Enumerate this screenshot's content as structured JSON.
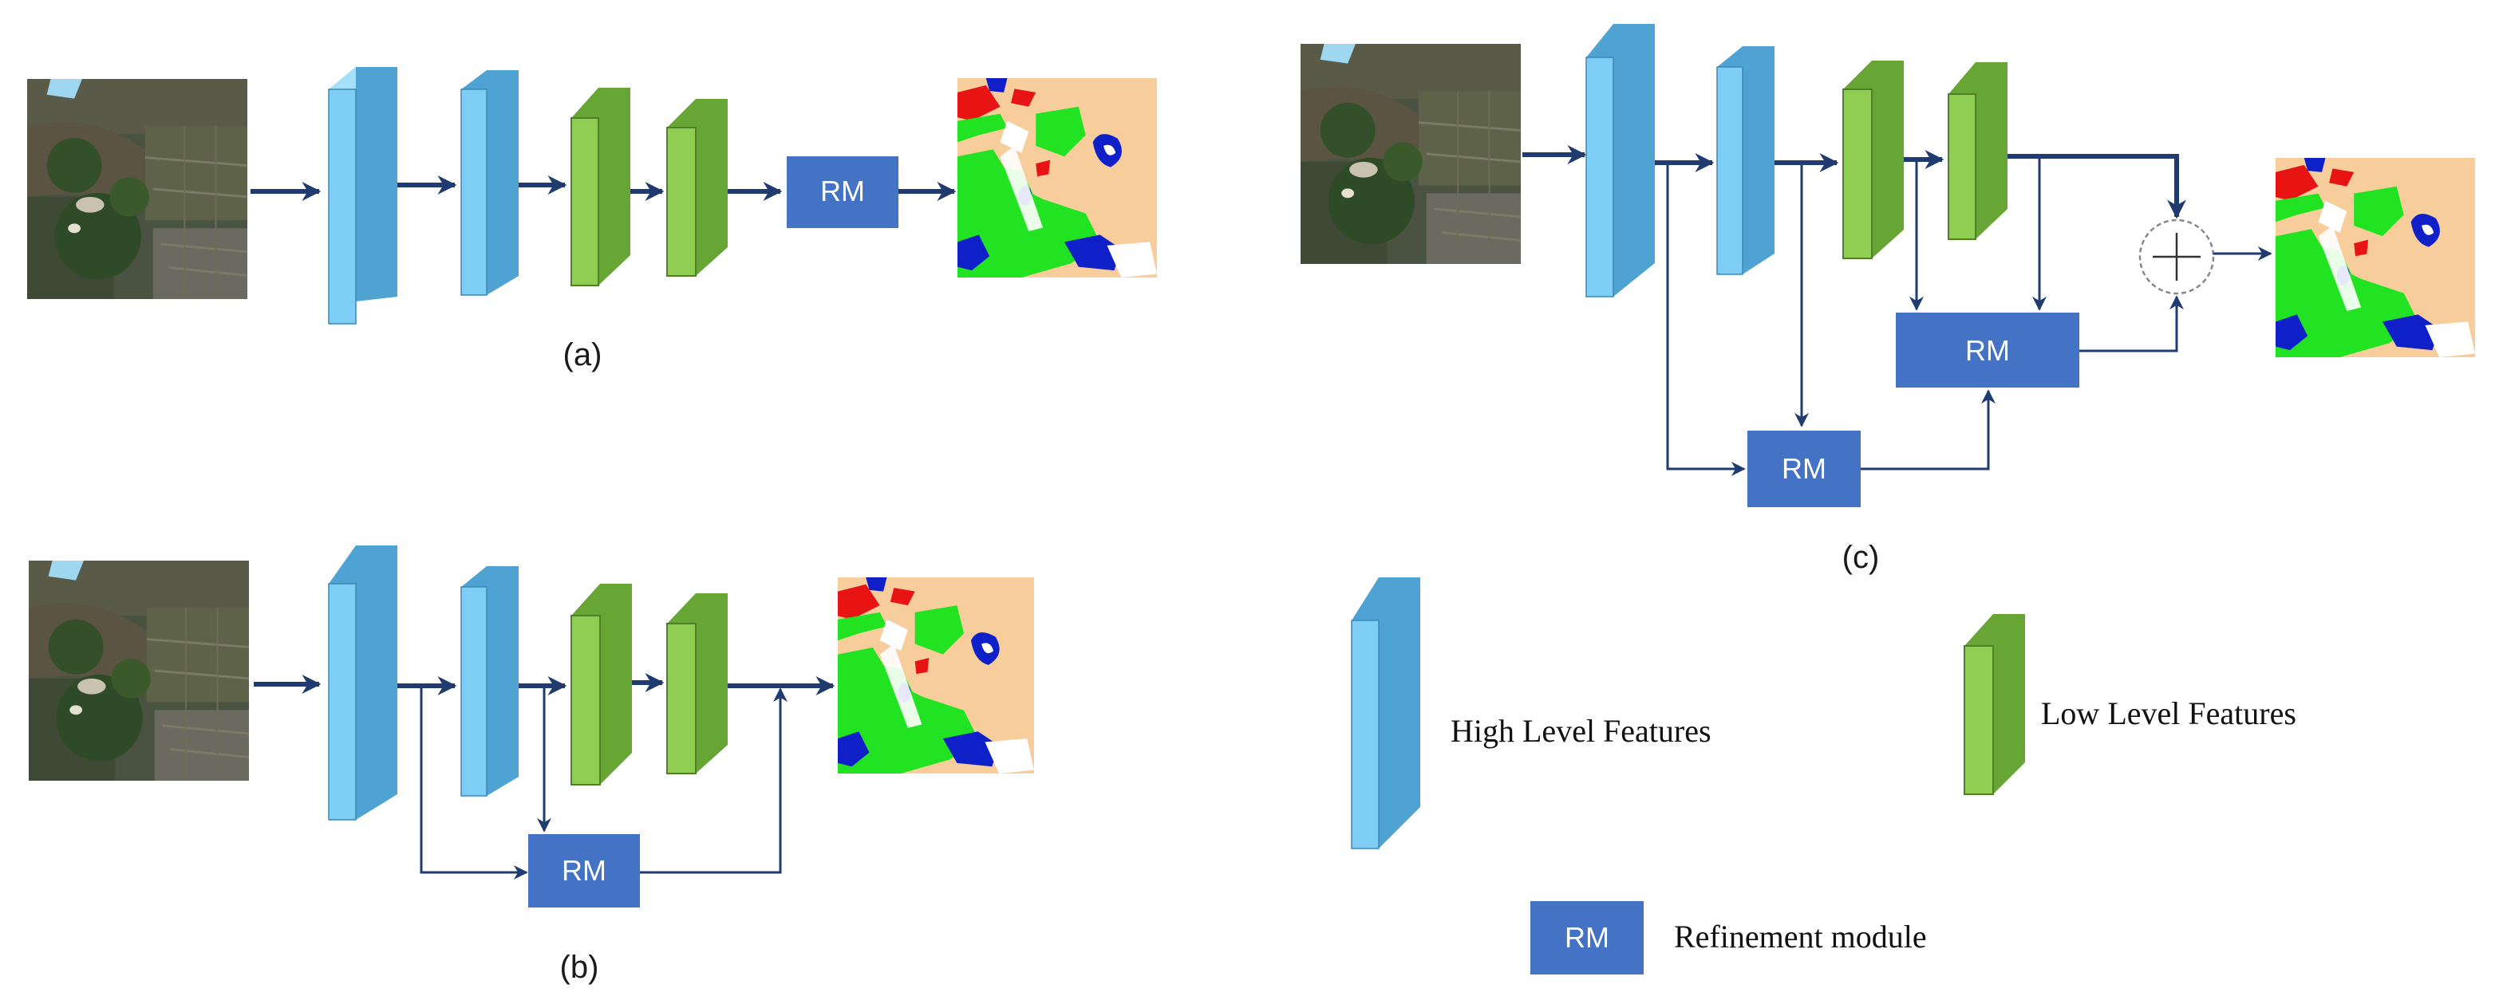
{
  "panels": {
    "a": {
      "label": "(a)"
    },
    "b": {
      "label": "(b)"
    },
    "c": {
      "label": "(c)"
    }
  },
  "module": {
    "abbr": "RM"
  },
  "legend": {
    "high": "High Level Features",
    "low": "Low Level Features",
    "rm_abbr": "RM",
    "rm": "Refinement module"
  },
  "colors": {
    "high_front": "#7dcdf4",
    "high_side": "#4fa3d3",
    "high_top": "#a4e0fa",
    "low_front": "#8fce52",
    "low_side": "#67a535",
    "low_top": "#b3e079",
    "rm_box": "#4472c4",
    "arrow": "#1f3b70",
    "seg_peach": "#f8cd9c",
    "seg_green": "#22e322",
    "seg_blue": "#1020c8",
    "seg_red": "#e81414"
  }
}
